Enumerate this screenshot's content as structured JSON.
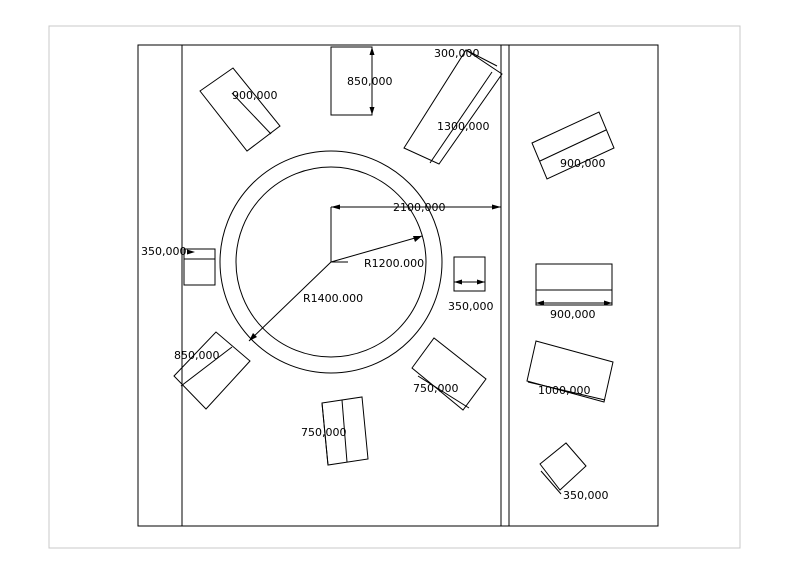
{
  "drawing": {
    "dimensions": {
      "d_850_top": "850,000",
      "d_900_topleft": "900,000",
      "d_300": "300,000",
      "d_1300": "1300,000",
      "d_2100": "2100,000",
      "r_1200": "R1200.000",
      "r_1400": "R1400.000",
      "d_350_left": "350,000",
      "d_350_mid": "350,000",
      "d_850_left": "850,000",
      "d_750_right": "750,000",
      "d_750_bottom": "750,000",
      "d_900_right_top": "900,000",
      "d_900_right_mid": "900,000",
      "d_1000": "1000,000",
      "d_350_bottom": "350,000"
    }
  }
}
